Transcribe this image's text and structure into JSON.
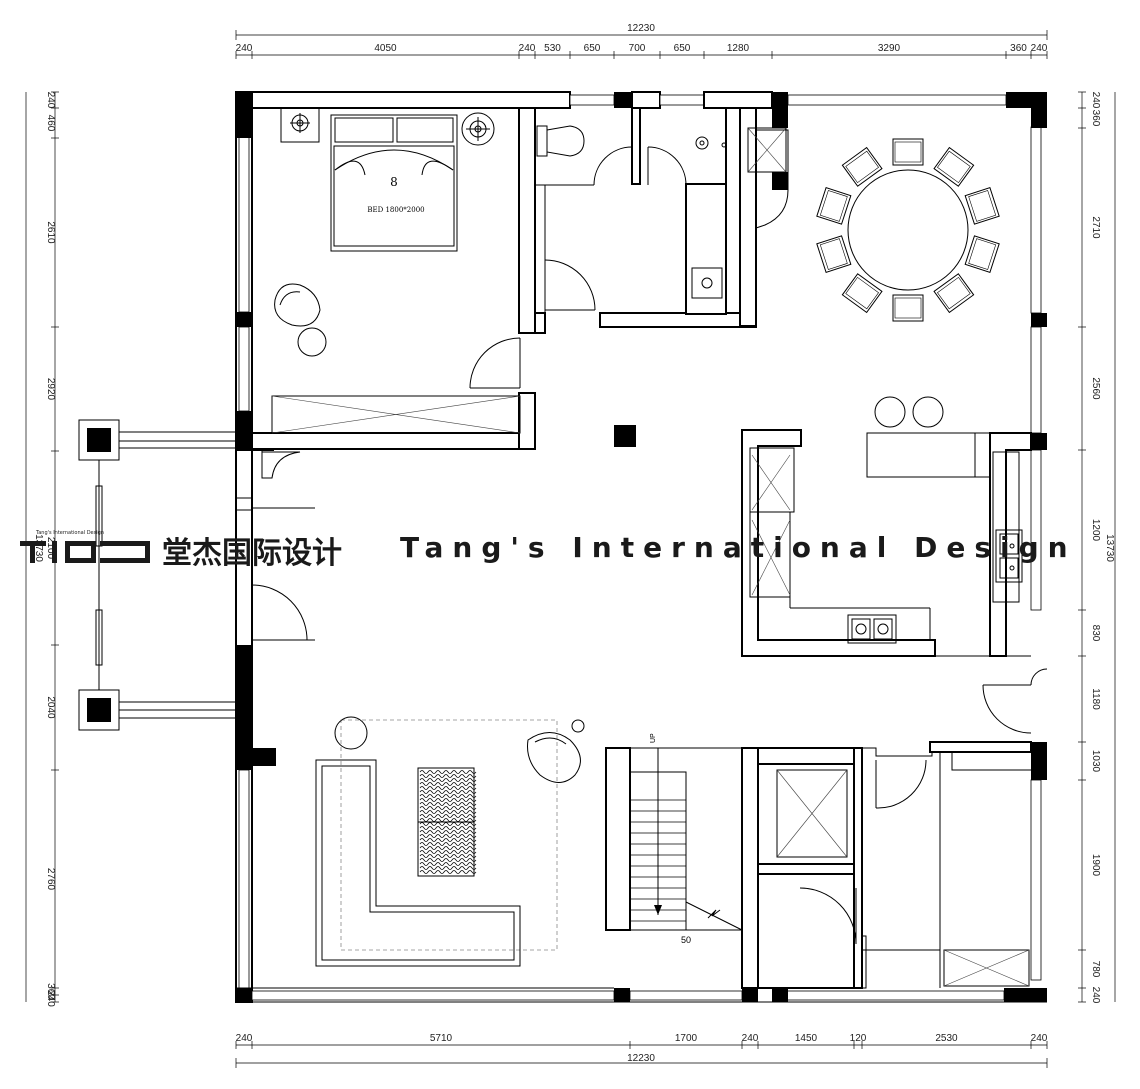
{
  "dimensions": {
    "top_total": "12230",
    "top_segments": [
      "240",
      "4050",
      "240",
      "530",
      "650",
      "700",
      "650",
      "1280",
      "3290",
      "360",
      "240"
    ],
    "bottom_total": "12230",
    "bottom_segments": [
      "240",
      "5710",
      "1700",
      "240",
      "1450",
      "120",
      "2530",
      "240"
    ],
    "left_total": "13730",
    "left_segments": [
      "240",
      "460",
      "2610",
      "2920",
      "2100",
      "2040",
      "2760",
      "360",
      "240"
    ],
    "right_total": "13730",
    "right_segments": [
      "240",
      "360",
      "2710",
      "2560",
      "1200",
      "830",
      "1180",
      "1030",
      "1900",
      "780",
      "240"
    ]
  },
  "labels": {
    "bed_number": "8",
    "bed_size": "BED 1800*2000",
    "stair_up": "UP",
    "stair_count": "50"
  },
  "watermark": {
    "logo": "TID",
    "small": "Tang's International Design",
    "chinese": "堂杰国际设计",
    "english": "Tang's International Design"
  }
}
